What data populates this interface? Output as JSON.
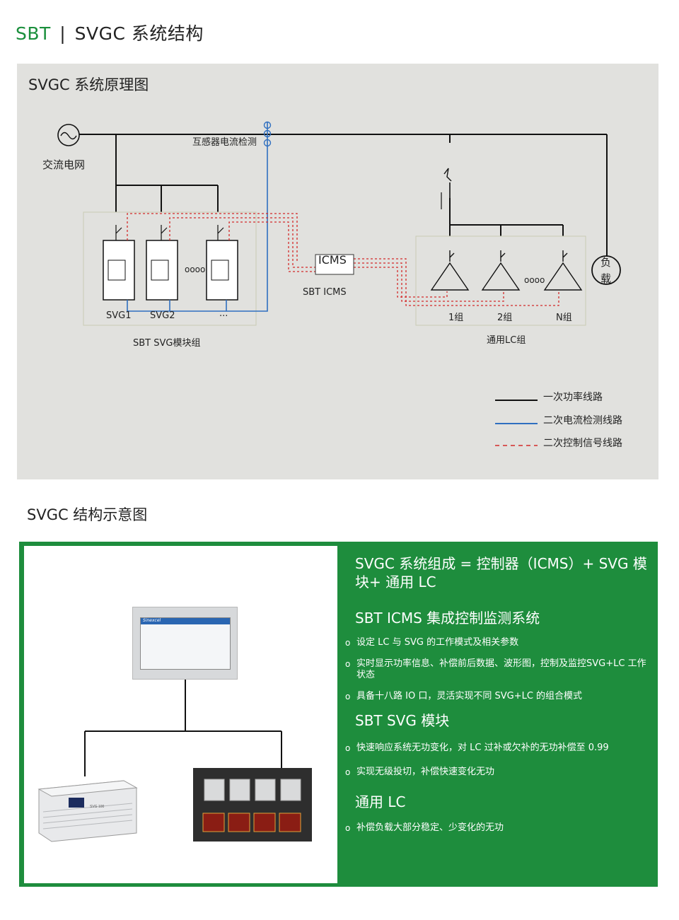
{
  "header": {
    "brand": "SBT",
    "divider": "|",
    "title": "SVGC 系统结构"
  },
  "diagram": {
    "title": "SVGC 系统原理图",
    "grid_label": "交流电网",
    "ct_label": "互感器电流检测",
    "svg_units": [
      "SVG1",
      "SVG2",
      "..."
    ],
    "svg_dots": "oooo",
    "svg_group_label": "SBT SVG模块组",
    "icms_label": "ICMS",
    "icms_caption": "SBT ICMS",
    "lc_groups": [
      "1组",
      "2组",
      "N组"
    ],
    "lc_dots": "oooo",
    "lc_group_label": "通用LC组",
    "load_label_1": "负",
    "load_label_2": "载",
    "legend": [
      {
        "label": "一次功率线路",
        "color": "#111111",
        "style": "solid"
      },
      {
        "label": "二次电流检测线路",
        "color": "#2f6fc0",
        "style": "solid"
      },
      {
        "label": "二次控制信号线路",
        "color": "#d42a2a",
        "style": "dashed"
      }
    ]
  },
  "structure": {
    "title": "SVGC 结构示意图",
    "headline": "SVGC 系统组成 = 控制器（ICMS）+ SVG 模块+ 通用 LC",
    "monitor_brand": "Sinexcel",
    "device_label": "SVG 100",
    "sections": [
      {
        "heading": "SBT ICMS 集成控制监测系统",
        "items": [
          "设定 LC 与 SVG 的工作模式及相关参数",
          "实时显示功率信息、补偿前后数据、波形图，控制及监控SVG+LC 工作状态",
          "具备十八路 IO 口，灵活实现不同 SVG+LC 的组合模式"
        ]
      },
      {
        "heading": "SBT SVG 模块",
        "items": [
          "快速响应系统无功变化，对 LC 过补或欠补的无功补偿至 0.99",
          "实现无级投切，补偿快速变化无功"
        ]
      },
      {
        "heading": "通用 LC",
        "items": [
          "补偿负载大部分稳定、少变化的无功"
        ]
      }
    ],
    "bullet_glyph": "o"
  }
}
